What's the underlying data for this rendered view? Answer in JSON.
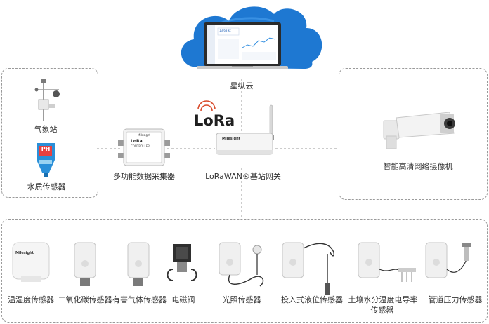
{
  "cloud": {
    "label": "星纵云"
  },
  "lora_logo": "LoRa",
  "left_panel": {
    "weather_station": "气象站",
    "water_sensor": "水质传感器",
    "ph_badge": "PH"
  },
  "controller": {
    "label": "多功能数据采集器",
    "device_line1": "LoRa",
    "device_line2": "CONTROLLER",
    "brand": "Milesight"
  },
  "gateway": {
    "label": "LoRaWAN®基站网关",
    "brand": "Milesight"
  },
  "camera": {
    "label": "智能高清网络摄像机"
  },
  "laptop": {
    "screen_value": "13.68 kt"
  },
  "sensors": [
    {
      "label": "温湿度传感器",
      "brand": "Milesight"
    },
    {
      "label": "二氧化碳传感器"
    },
    {
      "label": "有害气体传感器"
    },
    {
      "label": "电磁阀"
    },
    {
      "label": "光照传感器"
    },
    {
      "label": "投入式液位传感器"
    },
    {
      "label": "土壤水分温度电导率",
      "label2": "传感器"
    },
    {
      "label": "管道压力传感器"
    }
  ],
  "colors": {
    "cloud_blue": "#1e78d2",
    "line_gray": "#9a9a9a",
    "device_white": "#f2f2f2"
  }
}
